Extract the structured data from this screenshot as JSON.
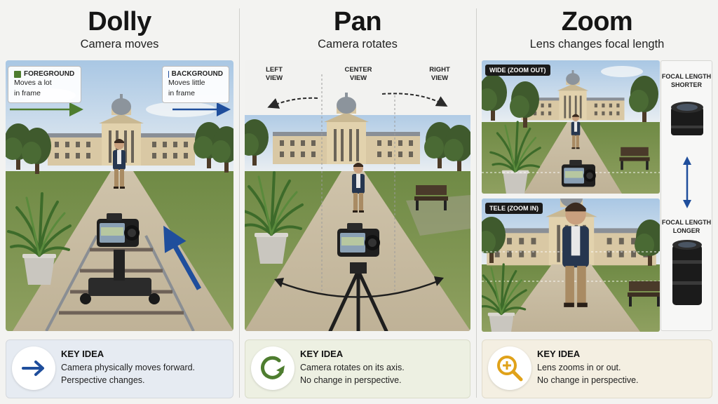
{
  "dolly": {
    "title": "Dolly",
    "subtitle": "Camera moves",
    "foreground": {
      "title": "FOREGROUND",
      "line1": "Moves a lot",
      "line2": "in frame",
      "color": "#4e7d2f"
    },
    "background": {
      "title": "BACKGROUND",
      "line1": "Moves little",
      "line2": "in frame",
      "color": "#1f4e9c"
    },
    "key_title": "KEY IDEA",
    "key_line1": "Camera physically moves forward.",
    "key_line2": "Perspective changes.",
    "icon": "arrow-right-icon",
    "accent": "#1f4e9c"
  },
  "pan": {
    "title": "Pan",
    "subtitle": "Camera rotates",
    "views": [
      {
        "line1": "LEFT",
        "line2": "VIEW"
      },
      {
        "line1": "CENTER",
        "line2": "VIEW"
      },
      {
        "line1": "RIGHT",
        "line2": "VIEW"
      }
    ],
    "key_title": "KEY IDEA",
    "key_line1": "Camera rotates on its axis.",
    "key_line2": "No change in perspective.",
    "icon": "rotate-icon",
    "accent": "#4e7d2f"
  },
  "zoom": {
    "title": "Zoom",
    "subtitle": "Lens changes focal length",
    "wide_label": "WIDE (ZOOM OUT)",
    "tele_label": "TELE (ZOOM IN)",
    "focal_shorter": {
      "line1": "FOCAL LENGTH",
      "line2": "SHORTER"
    },
    "focal_longer": {
      "line1": "FOCAL LENGTH",
      "line2": "LONGER"
    },
    "key_title": "KEY IDEA",
    "key_line1": "Lens zooms in or out.",
    "key_line2": "No change in perspective.",
    "icon": "zoom-in-icon",
    "accent": "#e0a21a"
  }
}
